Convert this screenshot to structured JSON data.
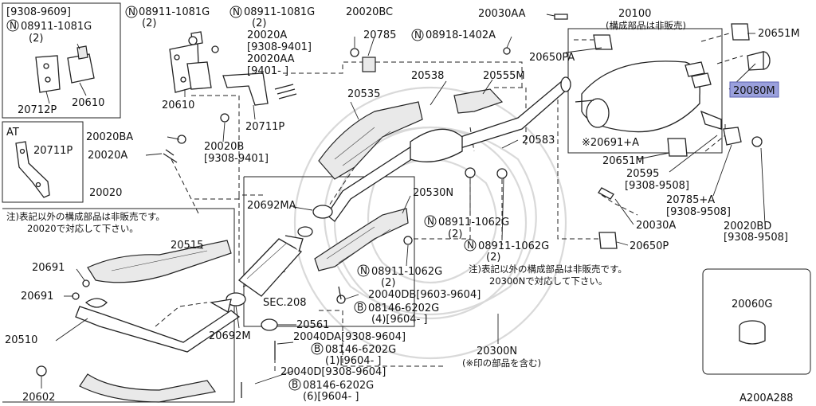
{
  "diagram": {
    "id_label": "A200A288",
    "highlighted_part": "20080M",
    "inset_top_left": {
      "code": "[9308-9609]",
      "n_bolt": "08911-1081G",
      "n_bolt_qty": "(2)",
      "part_a": "20712P",
      "part_b": "20610"
    },
    "inset_at": {
      "title": "AT",
      "part": "20711P"
    },
    "inset_plug": {
      "part": "20060G"
    },
    "labels": {
      "n_08911_1081g_a": "08911-1081G",
      "qty2_a": "(2)",
      "n_08911_1081g_b": "08911-1081G",
      "qty2_b": "(2)",
      "p20020bc": "20020BC",
      "p20020a_top": "20020A",
      "code_9308_9401_a": "[9308-9401]",
      "p20020aa": "20020AA",
      "code_9401": "[9401-    ]",
      "p20785": "20785",
      "n_08918_1402a": "08918-1402A",
      "p20030aa": "20030AA",
      "p20100": "20100",
      "note_20100": "(構成部品は非販売)",
      "p20651m_top": "20651M",
      "p20650pa": "20650PA",
      "p20610": "20610",
      "p20711p": "20711P",
      "p20535": "20535",
      "p20538": "20538",
      "p20555m": "20555M",
      "p20020ba": "20020BA",
      "p20020a_mid": "20020A",
      "p20020b": "20020B",
      "code_9308_9401_b": "[9308-9401]",
      "p20583": "20583",
      "p20691a": "※20691+A",
      "p20651m_mid": "20651M",
      "p20595": "20595",
      "code_9308_9508_a": "[9308-9508]",
      "p20785a": "20785+A",
      "code_9308_9508_b": "[9308-9508]",
      "p20030a": "20030A",
      "p20020bd": "20020BD",
      "code_9308_9508_c": "[9308-9508]",
      "p20650p": "20650P",
      "p20020": "20020",
      "note_20020_l1": "注)表記以外の構成部品は非販売です。",
      "note_20020_l2": "20020で対応して下さい。",
      "p20692ma": "20692MA",
      "p20530n": "20530N",
      "n_08911_1062g_a": "08911-1062G",
      "qty2_c": "(2)",
      "n_08911_1062g_b": "08911-1062G",
      "qty2_d": "(2)",
      "n_08911_1062g_c": "08911-1062G",
      "qty2_e": "(2)",
      "note_20300n_l1": "注)表記以外の構成部品は非販売です。",
      "note_20300n_l2": "20300Nで対応して下さい。",
      "p20515": "20515",
      "p20691_a": "20691",
      "p20691_b": "20691",
      "sec208": "SEC.208",
      "p20040db": "20040DB[9603-9604]",
      "b_08146_6202g_a": "08146-6202G",
      "qty4": "(4)[9604-    ]",
      "p20510": "20510",
      "p20692m": "20692M",
      "p20561": "20561",
      "p20040da": "20040DA[9308-9604]",
      "b_08146_6202g_b": "08146-6202G",
      "qty1": "(1)[9604-    ]",
      "p20040d": "20040D[9308-9604]",
      "b_08146_6202g_c": "08146-6202G",
      "qty6": "(6)[9604-    ]",
      "p20300n": "20300N",
      "note_20300n_mark": "(※印の部品を含む)",
      "p20602": "20602"
    },
    "markers": {
      "n": "N",
      "b": "B"
    }
  }
}
